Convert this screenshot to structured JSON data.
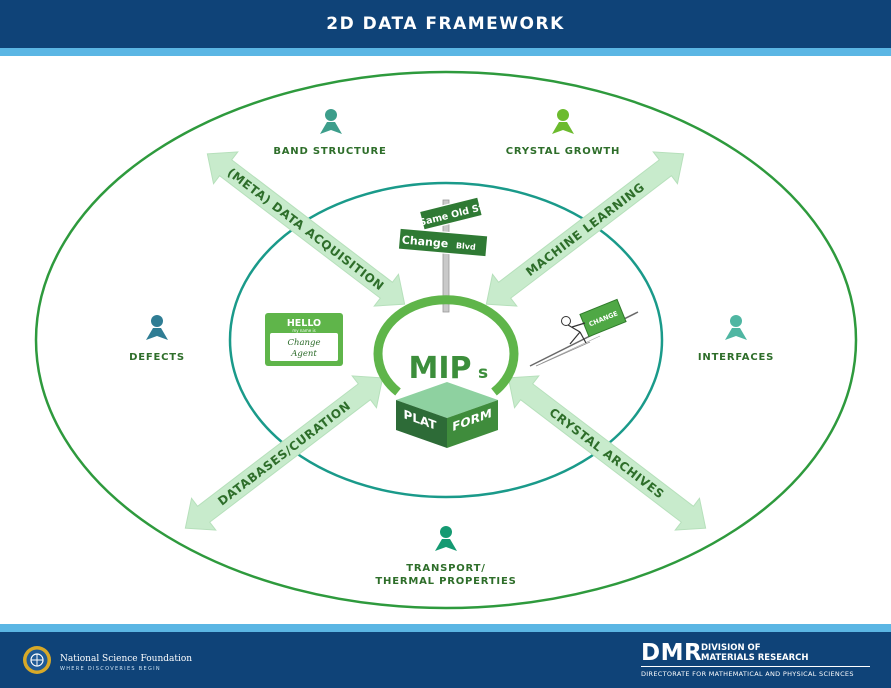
{
  "header": {
    "title": "2D DATA FRAMEWORK"
  },
  "center": {
    "mip": "MIP",
    "mip_s": "s",
    "plat": "PLAT",
    "form": "FORM"
  },
  "sign": {
    "top": "Same Old St",
    "bottom_main": "Change",
    "bottom_suffix": "Blvd"
  },
  "badge": {
    "hello": "HELLO",
    "my_name_is": "my name is",
    "line1": "Change",
    "line2": "Agent"
  },
  "pusher": {
    "box_text": "CHANGE"
  },
  "arrows": {
    "top_left": "(META) DATA ACQUISITION",
    "top_right": "MACHINE LEARNING",
    "bottom_left": "DATABASES/CURATION",
    "bottom_right": "CRYSTAL ARCHIVES"
  },
  "outer_labels": {
    "band_structure": "BAND STRUCTURE",
    "crystal_growth": "CRYSTAL GROWTH",
    "defects": "DEFECTS",
    "interfaces": "INTERFACES",
    "transport_1": "TRANSPORT/",
    "transport_2": "THERMAL PROPERTIES"
  },
  "icons": {
    "band_structure": "person-icon",
    "crystal_growth": "person-icon",
    "defects": "person-icon",
    "interfaces": "person-icon",
    "transport": "person-icon"
  },
  "footer": {
    "nsf_name": "National Science Foundation",
    "nsf_tagline": "WHERE DISCOVERIES BEGIN",
    "dmr_abbr": "DMR",
    "dmr_line1": "DIVISION OF",
    "dmr_line2": "MATERIALS RESEARCH",
    "dmr_sub": "DIRECTORATE FOR MATHEMATICAL AND PHYSICAL SCIENCES"
  },
  "colors": {
    "header_blue": "#0f4378",
    "stripe_blue": "#5bb6e4",
    "green_dark": "#2e8b3d",
    "green_light": "#c8ebcc",
    "teal": "#1a9a8a",
    "label_green": "#2e6e2a"
  }
}
